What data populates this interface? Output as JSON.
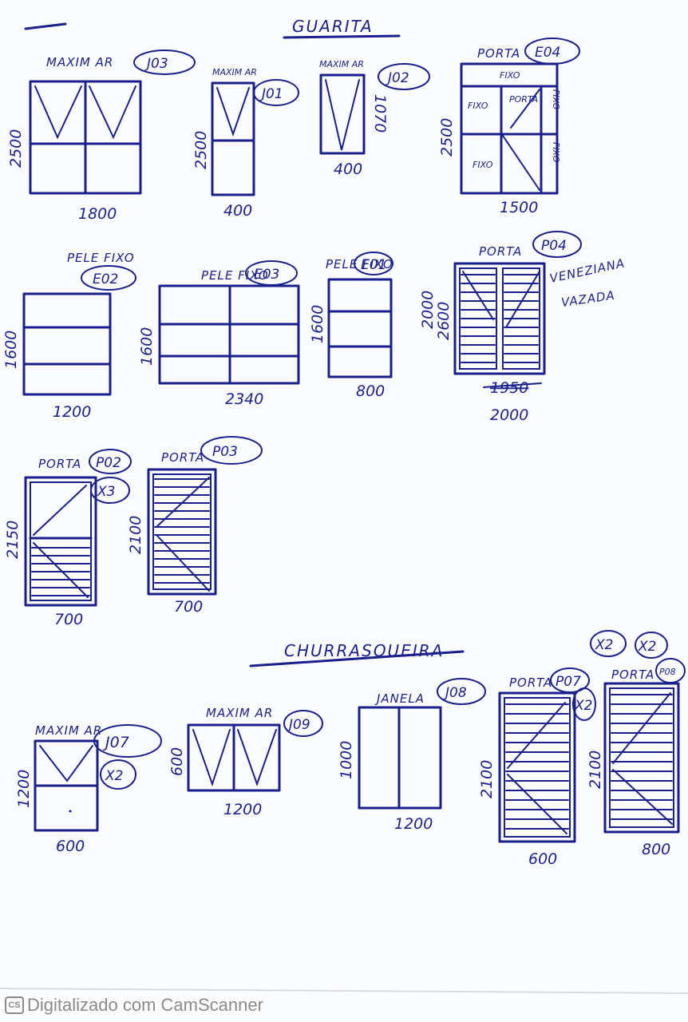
{
  "sections": [
    {
      "title": "GUARITA"
    },
    {
      "title": "CHURRASQUEIRA"
    }
  ],
  "items": [
    {
      "label": "MAXIM AR",
      "code": "J03",
      "width": "1800",
      "height": "2500"
    },
    {
      "label": "MAXIM AR",
      "code": "J01",
      "width": "400",
      "height": "2500"
    },
    {
      "label": "MAXIM AR",
      "code": "J02",
      "width": "400",
      "height": "1070"
    },
    {
      "label": "PORTA",
      "code": "E04",
      "width": "1500",
      "height": "2500",
      "inner": [
        "FIXO",
        "FIXO",
        "PORTA",
        "FIXO",
        "FIXO",
        "FIXO"
      ]
    },
    {
      "label": "PELE FIXO",
      "code": "E02",
      "width": "1200",
      "height": "1600"
    },
    {
      "label": "PELE FIXO",
      "code": "E03",
      "width": "2340",
      "height": "1600"
    },
    {
      "label": "PELE FIXO",
      "code": "E01",
      "width": "800",
      "height": "1600"
    },
    {
      "label": "PORTA",
      "code": "P04",
      "width_struck": "1950",
      "width": "2000",
      "height_a": "2000",
      "height_b": "2600",
      "note": [
        "VENEZIANA",
        "VAZADA"
      ]
    },
    {
      "label": "PORTA",
      "code": "P02",
      "qty": "X3",
      "width": "700",
      "height": "2150"
    },
    {
      "label": "PORTA",
      "code": "P03",
      "width": "700",
      "height": "2100"
    },
    {
      "label": "MAXIM AR",
      "code": "J07",
      "qty": "X2",
      "width": "600",
      "height": "1200"
    },
    {
      "label": "MAXIM AR",
      "code": "J09",
      "width": "1200",
      "height": "600"
    },
    {
      "label": "JANELA",
      "code": "J08",
      "width": "1200",
      "height": "1000"
    },
    {
      "label": "PORTA",
      "code": "P07",
      "qty": "X2",
      "width": "600",
      "height": "2100"
    },
    {
      "label": "PORTA",
      "code": "P08",
      "qty_a": "X2",
      "qty_b": "X2",
      "width": "800",
      "height": "2100"
    }
  ],
  "footer": {
    "logo": "CS",
    "text": "Digitalizado com CamScanner"
  }
}
